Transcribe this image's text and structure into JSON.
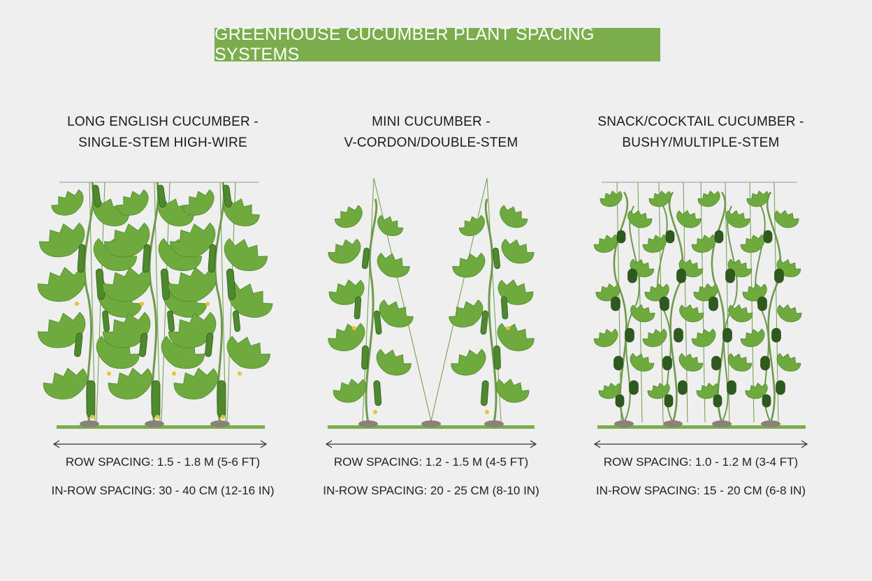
{
  "title": "GREENHOUSE CUCUMBER PLANT SPACING SYSTEMS",
  "colors": {
    "banner": "#7bad4c",
    "ground": "#7bad4c",
    "leaf": "#6faa3f",
    "leaf_dark": "#4f8a2c",
    "stem": "#6f9a4c",
    "fruit": "#4d8a2e",
    "fruit_dark": "#2f5a1f",
    "flower": "#e8c230",
    "wire": "#b5b5b5",
    "soil": "#8a8178"
  },
  "systems": [
    {
      "id": "long-english",
      "heading_line1": "LONG ENGLISH CUCUMBER -",
      "heading_line2": "SINGLE-STEM HIGH-WIRE",
      "row_spacing": "ROW SPACING: 1.5 - 1.8 M (5-6 FT)",
      "inrow_spacing": "IN-ROW SPACING: 30 - 40 CM (12-16 IN)",
      "training": "single-stem",
      "plant_count": 3
    },
    {
      "id": "mini",
      "heading_line1": "MINI CUCUMBER -",
      "heading_line2": "V-CORDON/DOUBLE-STEM",
      "row_spacing": "ROW SPACING: 1.2 - 1.5 M (4-5 FT)",
      "inrow_spacing": "IN-ROW SPACING: 20 - 25 CM (8-10 IN)",
      "training": "v-cordon",
      "plant_count": 2
    },
    {
      "id": "snack",
      "heading_line1": "SNACK/COCKTAIL CUCUMBER -",
      "heading_line2": "BUSHY/MULTIPLE-STEM",
      "row_spacing": "ROW SPACING: 1.0 - 1.2 M (3-4 FT)",
      "inrow_spacing": "IN-ROW SPACING: 15 - 20 CM (6-8 IN)",
      "training": "bushy",
      "plant_count": 4
    }
  ]
}
